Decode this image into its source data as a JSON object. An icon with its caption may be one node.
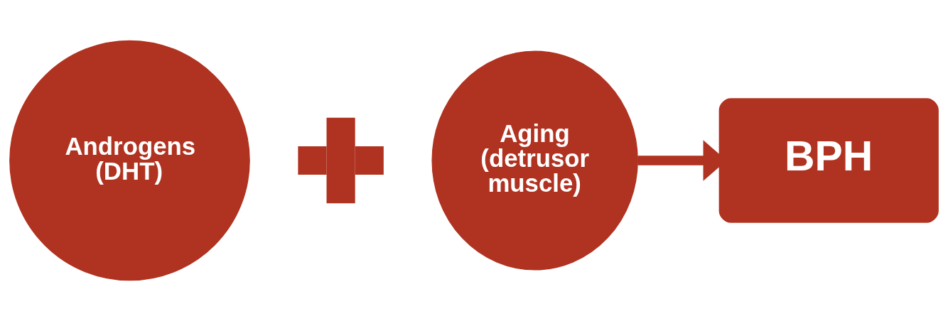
{
  "diagram": {
    "nodes": [
      {
        "text": [
          "Androgens (DHT)"
        ]
      },
      {
        "text": [],
        "shape": "plus"
      },
      {
        "text": [
          "Aging (detrusor muscle)"
        ]
      },
      {
        "text": [
          "BPH"
        ]
      }
    ],
    "edges": [
      {
        "from": 2,
        "to": 3,
        "arrow": "to"
      }
    ]
  }
}
